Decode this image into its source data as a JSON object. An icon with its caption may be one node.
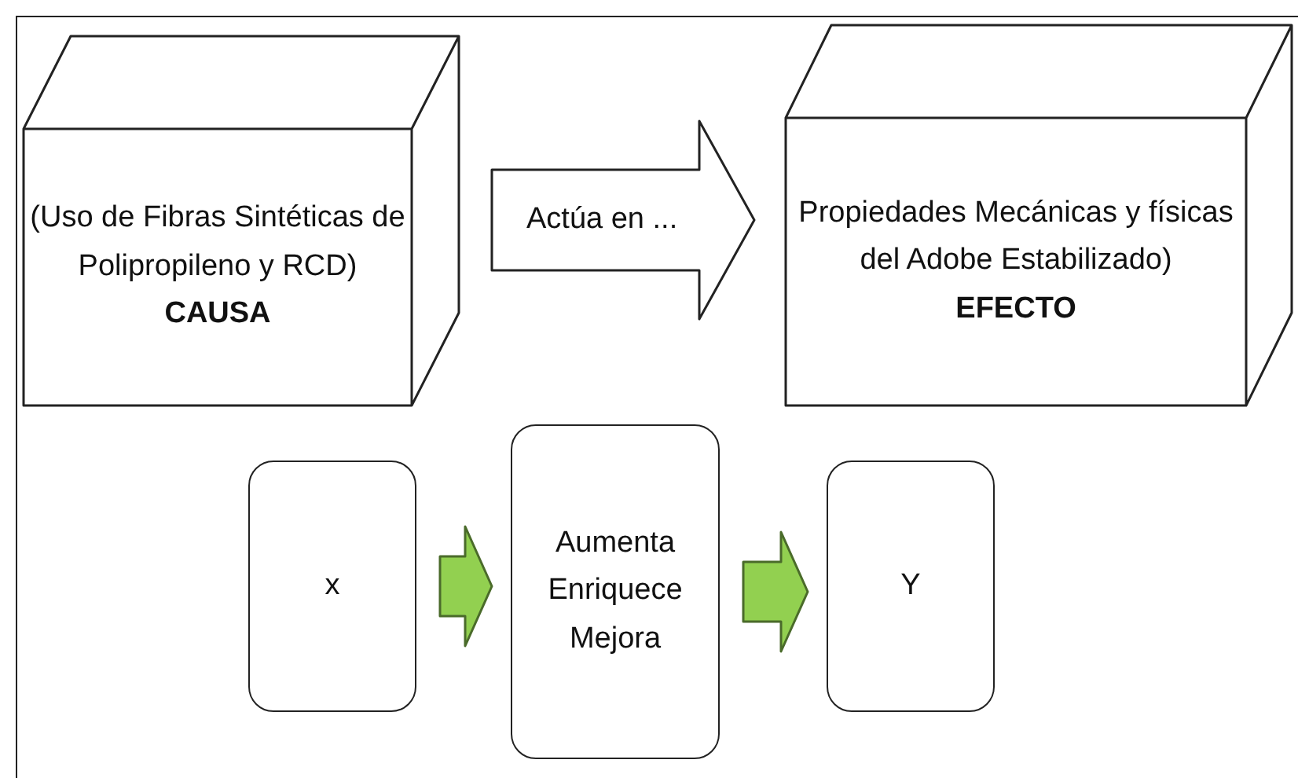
{
  "diagram": {
    "nodes": [
      {
        "text": [
          "(Uso de Fibras Sintéticas de Polipropileno y RCD)",
          "CAUSA"
        ]
      },
      {
        "text": [
          "Propiedades Mecánicas y físicas del Adobe Estabilizado)",
          "EFECTO"
        ]
      },
      {
        "text": [
          "x"
        ]
      },
      {
        "text": [
          "Aumenta Enriquece Mejora"
        ]
      },
      {
        "text": [
          "Y"
        ]
      }
    ],
    "edges": [
      {
        "from": 0,
        "to": 1,
        "arrow": "to",
        "label": "Actúa en ...",
        "style": "thick"
      },
      {
        "from": 2,
        "to": 3,
        "arrow": "to",
        "style": "thick",
        "color": "#92d050"
      },
      {
        "from": 3,
        "to": 4,
        "arrow": "to",
        "style": "thick",
        "color": "#92d050"
      }
    ]
  }
}
